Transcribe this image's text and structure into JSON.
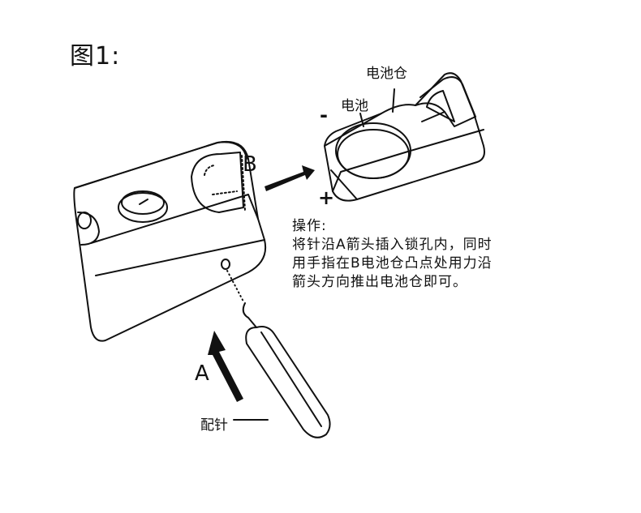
{
  "figure": {
    "title": "图1:"
  },
  "labels": {
    "battery_compartment": "电池仓",
    "battery": "电池",
    "minus": "-",
    "plus": "+",
    "arrow_b": "B",
    "arrow_a": "A",
    "pin": "配针"
  },
  "instructions": {
    "heading": "操作:",
    "lines": [
      "将针沿A箭头插入锁孔内，同时",
      "用手指在B电池仓凸点处用力沿",
      "箭头方向推出电池仓即可。"
    ]
  },
  "colors": {
    "ink": "#111111",
    "paper": "#ffffff"
  }
}
